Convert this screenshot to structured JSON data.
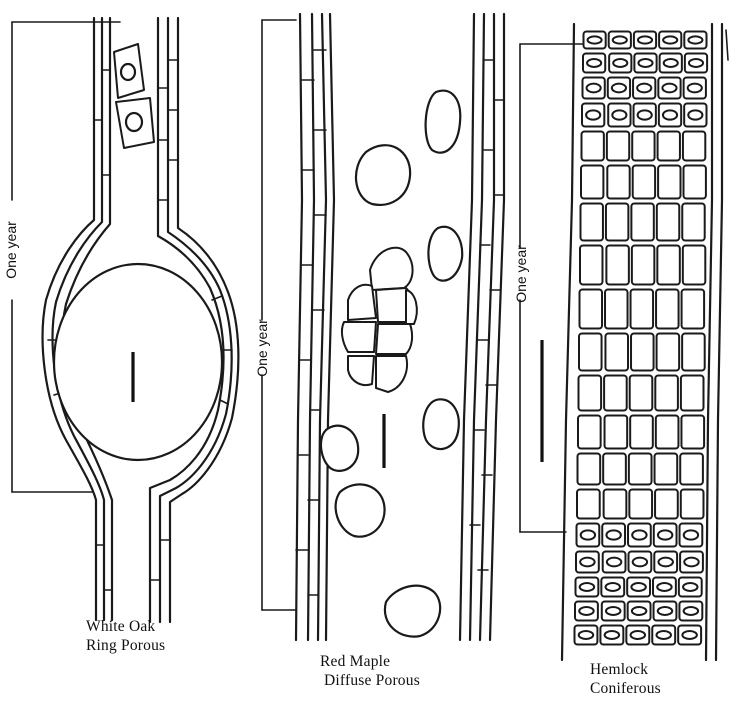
{
  "figure": {
    "panels": [
      {
        "id": "white-oak",
        "title": "White Oak",
        "subtitle": "Ring Porous",
        "year_label": "One year"
      },
      {
        "id": "red-maple",
        "title": "Red Maple",
        "subtitle": "Diffuse Porous",
        "year_label": "One year"
      },
      {
        "id": "hemlock",
        "title": "Hemlock",
        "subtitle": "Coniferous",
        "year_label": "One year"
      }
    ]
  }
}
